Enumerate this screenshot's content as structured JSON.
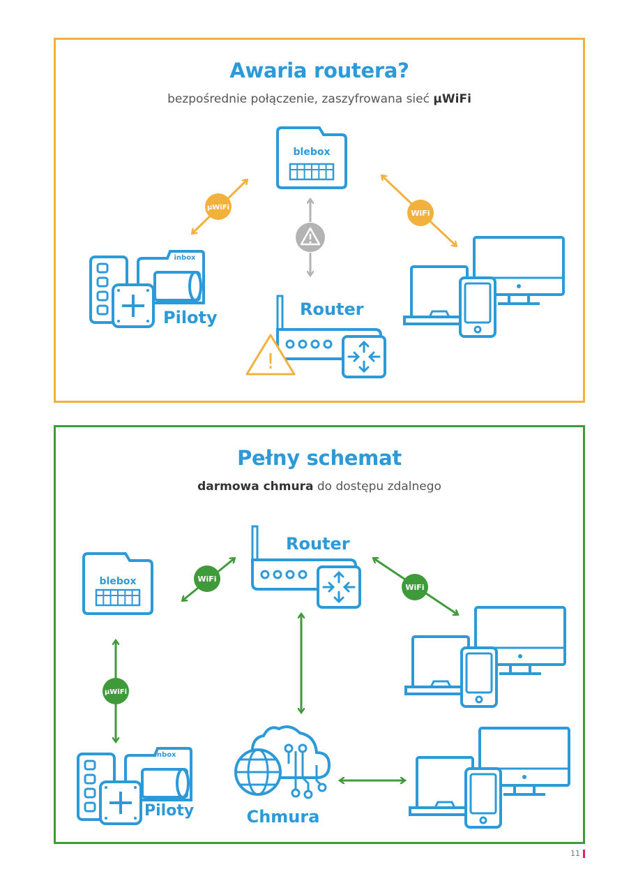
{
  "panel1": {
    "title": "Awaria routera?",
    "subtitle_text": "bezpośrednie połączenie, zaszyfrowana sieć ",
    "subtitle_bold": "µWiFi",
    "blebox_label": "blebox",
    "inbox_label": "inbox",
    "piloty_label": "Piloty",
    "router_label": "Router",
    "badge_left": "µWiFi",
    "badge_right": "WiFi",
    "colors": {
      "border": "#f2b13d",
      "accent": "#2c9ad8",
      "warning": "#f2b13d",
      "disabled": "#b3b3b3"
    }
  },
  "panel2": {
    "title": "Pełny schemat",
    "subtitle_bold": "darmowa chmura",
    "subtitle_text": " do dostępu zdalnego",
    "blebox_label": "blebox",
    "inbox_label": "inbox",
    "piloty_label": "Piloty",
    "router_label": "Router",
    "cloud_label": "Chmura",
    "badge_blebox_router": "WiFi",
    "badge_router_devices": "WiFi",
    "badge_blebox_piloty": "µWiFi",
    "colors": {
      "border": "#3f9b3a",
      "accent": "#2c9ad8",
      "link": "#3f9b3a"
    }
  },
  "page_number": "11"
}
